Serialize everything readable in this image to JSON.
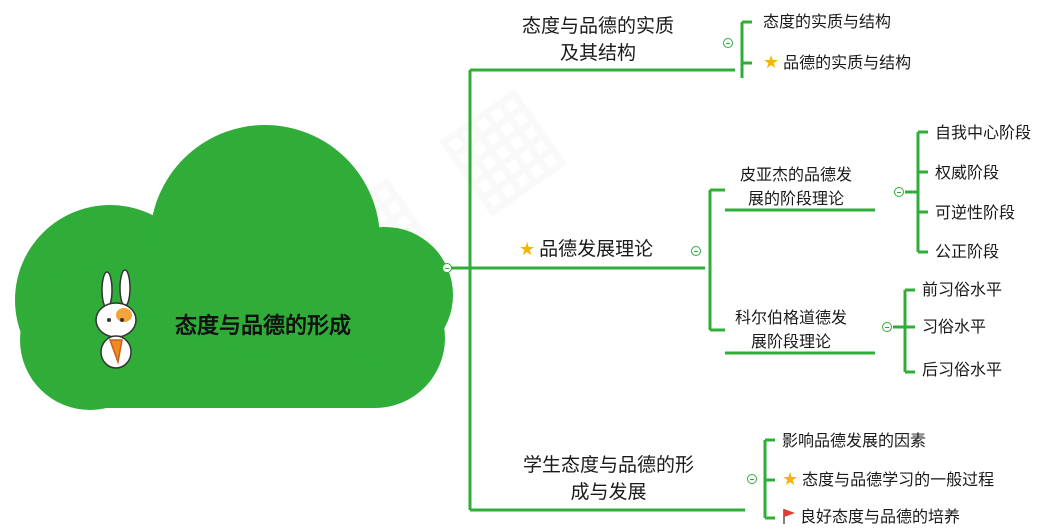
{
  "root": {
    "label": "态度与品德的形成"
  },
  "branches": [
    {
      "label_lines": [
        "态度与品德的实质",
        "及其结构"
      ],
      "children": [
        {
          "label": "态度的实质与结构"
        },
        {
          "label": "品德的实质与结构",
          "icon": "star-icon"
        }
      ]
    },
    {
      "label": "品德发展理论",
      "icon": "star-icon",
      "children": [
        {
          "label_lines": [
            "皮亚杰的品德发",
            "展的阶段理论"
          ],
          "children": [
            {
              "label": "自我中心阶段"
            },
            {
              "label": "权威阶段"
            },
            {
              "label": "可逆性阶段"
            },
            {
              "label": "公正阶段"
            }
          ]
        },
        {
          "label_lines": [
            "科尔伯格道德发",
            "展阶段理论"
          ],
          "children": [
            {
              "label": "前习俗水平"
            },
            {
              "label": "习俗水平"
            },
            {
              "label": "后习俗水平"
            }
          ]
        }
      ]
    },
    {
      "label_lines": [
        "学生态度与品德的形",
        "成与发展"
      ],
      "children": [
        {
          "label": "影响品德发展的因素"
        },
        {
          "label": "态度与品德学习的一般过程",
          "icon": "star-icon"
        },
        {
          "label": "良好态度与品德的培养",
          "icon": "red-flag-icon"
        }
      ]
    }
  ],
  "colors": {
    "cloud": "#2fad38",
    "connector": "#2fad38",
    "star": "#f5b400",
    "flag": "#e53935"
  }
}
